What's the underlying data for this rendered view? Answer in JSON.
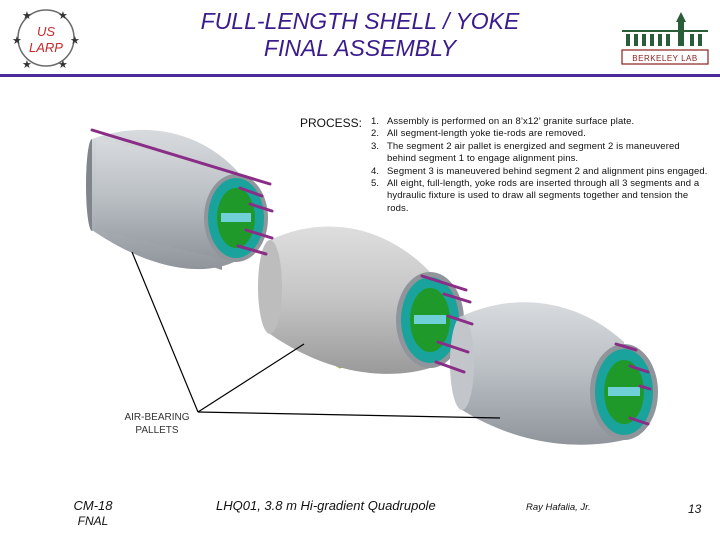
{
  "header": {
    "title_line1": "FULL-LENGTH SHELL / YOKE",
    "title_line2": "FINAL ASSEMBLY",
    "logo_left": "US LARP",
    "logo_right": "BERKELEY LAB"
  },
  "process": {
    "label": "PROCESS:",
    "steps": [
      {
        "num": "1.",
        "text": "Assembly is performed on an 8’x12’ granite surface plate."
      },
      {
        "num": "2.",
        "text": "All segment-length yoke tie-rods are removed."
      },
      {
        "num": "3.",
        "text": "The segment 2 air pallet is energized and segment 2 is maneuvered behind segment 1 to engage alignment pins."
      },
      {
        "num": "4.",
        "text": "Segment 3 is maneuvered behind segment 2 and alignment pins engaged."
      },
      {
        "num": "5.",
        "text": "All eight, full-length, yoke rods are inserted through all 3 segments and a hydraulic fixture is used to draw all segments together and tension the rods."
      }
    ]
  },
  "figure": {
    "callout_line1": "AIR-BEARING",
    "callout_line2": "PALLETS"
  },
  "footer": {
    "left_line1": "CM-18",
    "left_line2": "FNAL",
    "center": "LHQ01, 3.8 m Hi-gradient Quadrupole",
    "author": "Ray Hafalia, Jr.",
    "page": "13"
  },
  "colors": {
    "title": "#3a1c8c",
    "rule": "#4b2a9c",
    "shell": "#b9bec3",
    "rod": "#8a2d86",
    "insert": "#1aa39d",
    "core": "#1f9a2a",
    "pallet": "#e6ec3a",
    "support": "#c98a3a"
  }
}
